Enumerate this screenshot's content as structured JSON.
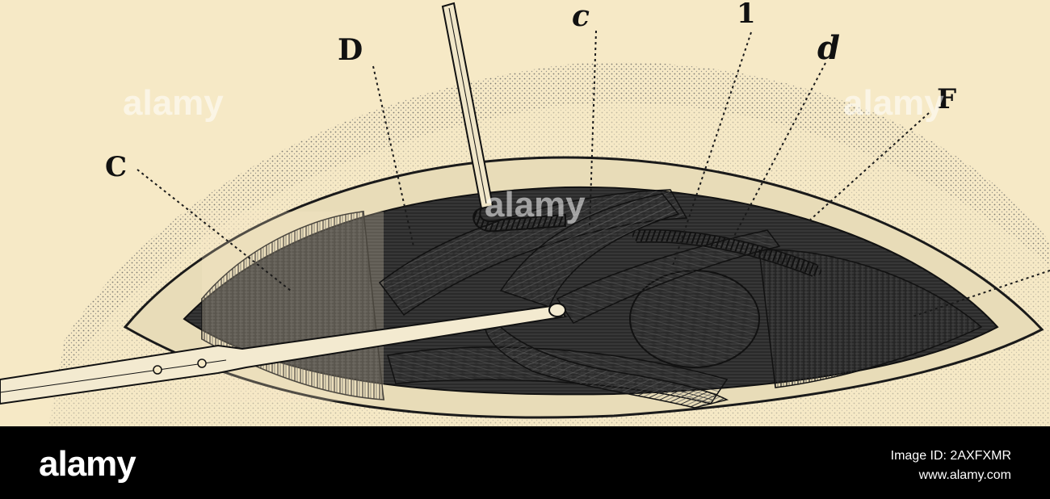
{
  "figure": {
    "labels": {
      "D": "D",
      "c": "c",
      "one": "1",
      "d": "d",
      "F": "F",
      "C": "C"
    }
  },
  "watermark": {
    "text": "alamy"
  },
  "footer": {
    "logo": "alamy",
    "image_id": "Image ID: 2AXFXMR",
    "url": "www.alamy.com"
  },
  "colors": {
    "paper": "#f6e9c6",
    "ink": "#1a1a1a",
    "footer_bg": "#000000",
    "footer_text": "#ffffff"
  }
}
